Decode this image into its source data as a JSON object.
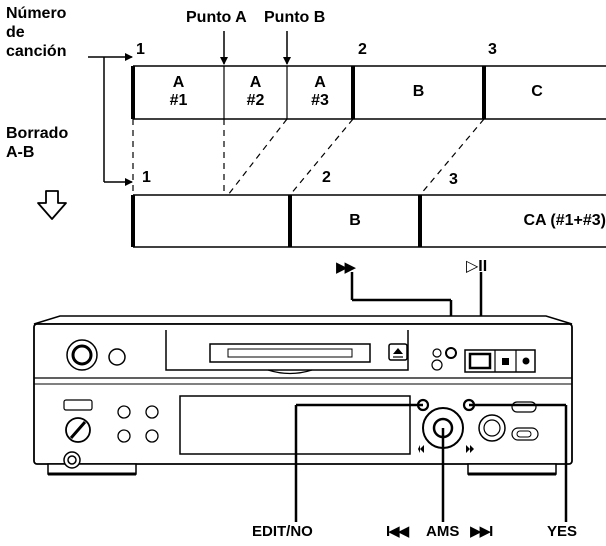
{
  "left_labels": {
    "track_number": [
      "Número",
      "de",
      "canción"
    ],
    "ab_erase": [
      "Borrado",
      "A-B"
    ]
  },
  "points": {
    "a": "Punto A",
    "b": "Punto B"
  },
  "before": {
    "track_numbers": [
      "1",
      "2",
      "3"
    ],
    "segments": [
      {
        "line1": "A",
        "line2": "#1"
      },
      {
        "line1": "A",
        "line2": "#2"
      },
      {
        "line1": "A",
        "line2": "#3"
      },
      {
        "line1": "B",
        "line2": ""
      },
      {
        "line1": "C",
        "line2": ""
      }
    ]
  },
  "after": {
    "track_numbers": [
      "1",
      "2",
      "3"
    ],
    "segments": [
      "",
      "B",
      "CA (#1+#3)"
    ]
  },
  "device_buttons": {
    "ff_symbol": "▶▶",
    "play_pause_symbol": "▷II",
    "eject_symbol": "⏏"
  },
  "callouts": {
    "edit_no": "EDIT/NO",
    "ams_prev": "I◀◀",
    "ams": "AMS",
    "ams_next": "▶▶I",
    "yes": "YES"
  }
}
